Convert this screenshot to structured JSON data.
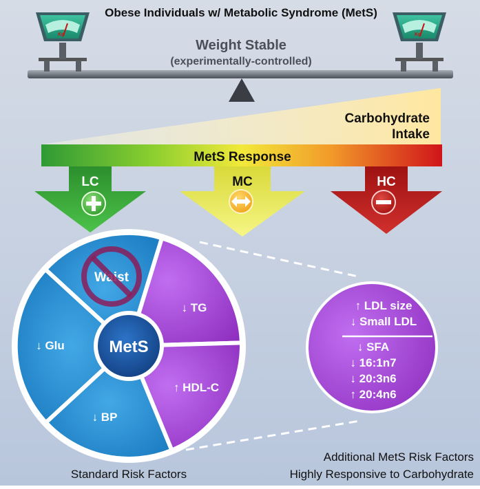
{
  "header": {
    "title": "Obese Individuals w/ Metabolic Syndrome (MetS)",
    "balance_line1": "Weight Stable",
    "balance_line2": "(experimentally-controlled)",
    "scale_unit": "Kg"
  },
  "intake": {
    "line1": "Carbohydrate",
    "line2": "Intake"
  },
  "response": {
    "label": "MetS Response",
    "arrows": [
      {
        "label": "LC",
        "color": "#3aa63a",
        "symbol": "+"
      },
      {
        "label": "MC",
        "color": "#e6e64d",
        "symbol": "⇔"
      },
      {
        "label": "HC",
        "color": "#b51f1f",
        "symbol": "−"
      }
    ]
  },
  "wheel": {
    "center": "MetS",
    "waist": "Waist",
    "glu": "↓ Glu",
    "bp": "↓ BP",
    "tg": "↓ TG",
    "hdl": "↑ HDL-C"
  },
  "additional": {
    "top": [
      "↑ LDL size",
      "↓ Small LDL"
    ],
    "bottom": [
      "↓ SFA",
      "↓ 16:1n7",
      "↓ 20:3n6",
      "↑ 20:4n6"
    ]
  },
  "captions": {
    "standard": "Standard Risk Factors",
    "additional_line1": "Additional MetS Risk Factors",
    "additional_line2": "Highly Responsive to Carbohydrate"
  },
  "colors": {
    "blue": "#2f8fd0",
    "purple": "#a040d0",
    "green": "#3aa63a",
    "yellow": "#e6e64d",
    "red": "#b51f1f"
  }
}
